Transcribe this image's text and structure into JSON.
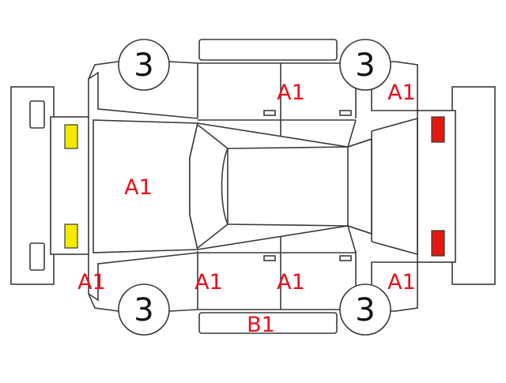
{
  "colors": {
    "outline": "#3a3a3a",
    "damage_code": "#e8101a",
    "front_lamp": "#f2ea00",
    "rear_lamp": "#e21a12"
  },
  "wheels": {
    "front_top": "3",
    "rear_top": "3",
    "front_bottom": "3",
    "rear_bottom": "3"
  },
  "marks": {
    "hood": "A1",
    "rear_door_top": "A1",
    "rear_fender_top": "A1",
    "front_fender_bottom": "A1",
    "front_door_bottom": "A1",
    "rear_door_bottom": "A1",
    "rear_fender_bottom": "A1",
    "side_sill_bottom": "B1"
  }
}
